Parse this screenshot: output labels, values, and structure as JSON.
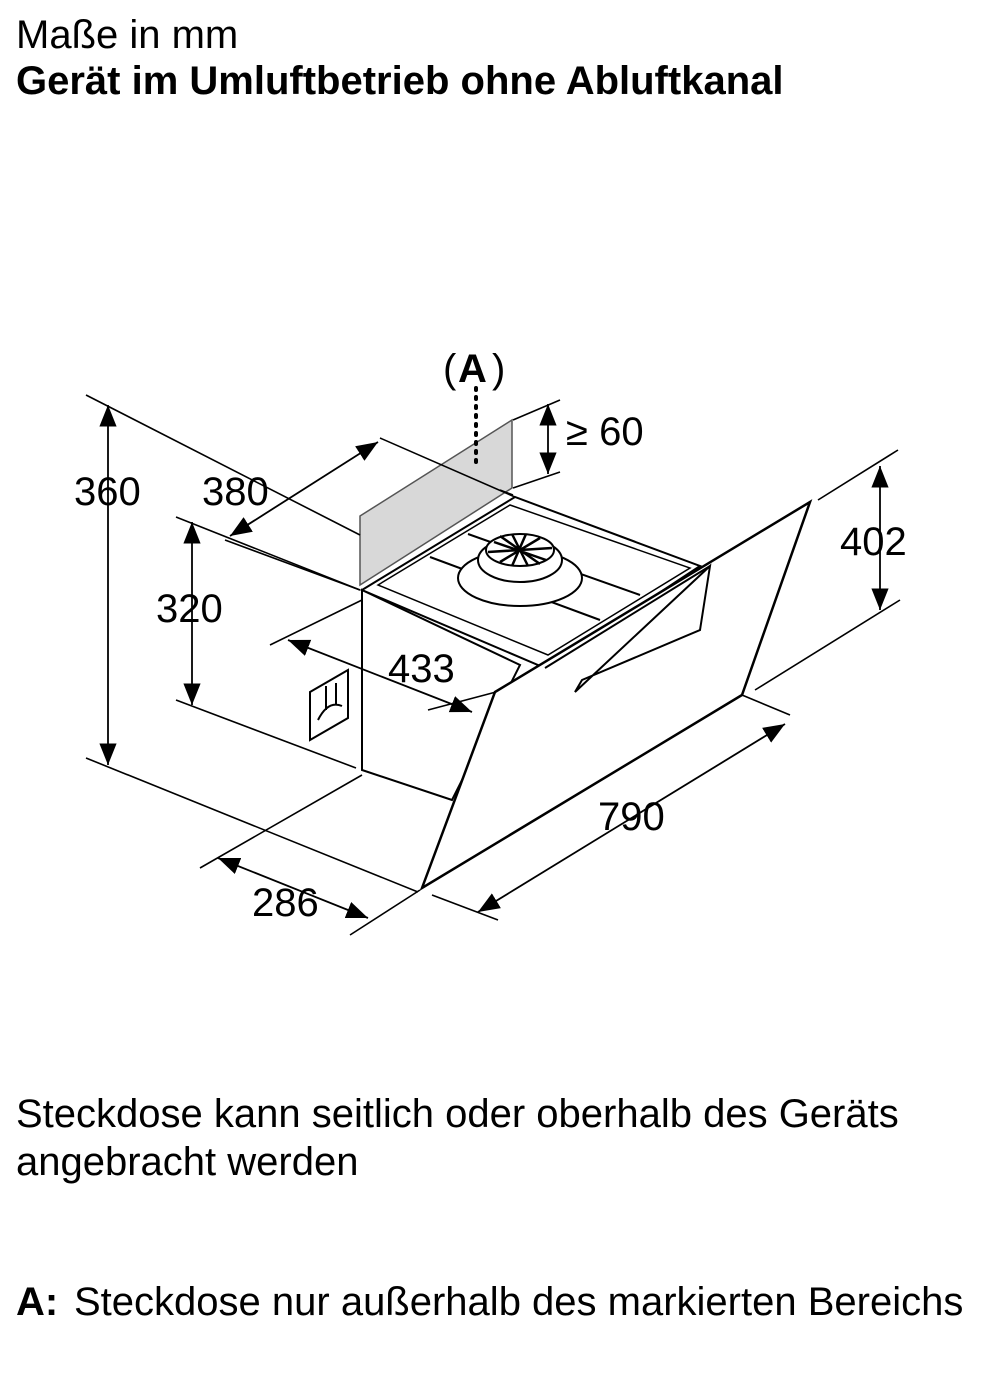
{
  "header": {
    "unit_line": "Maße in mm",
    "title": "Gerät im Umluftbetrieb ohne Abluftkanal"
  },
  "diagram": {
    "zone_label_open": "(",
    "zone_label_key": "A",
    "zone_label_close": ")",
    "dimensions": {
      "height_total": "360",
      "width_top": "380",
      "height_body": "320",
      "depth_body": "433",
      "depth_base": "286",
      "width_front": "790",
      "height_front": "402",
      "min_clearance": "≥ 60"
    }
  },
  "note": "Steckdose kann seitlich oder oberhalb des Geräts angebracht werden",
  "legend": {
    "key": "A:",
    "text": "Steckdose nur außerhalb des markierten Bereichs"
  }
}
